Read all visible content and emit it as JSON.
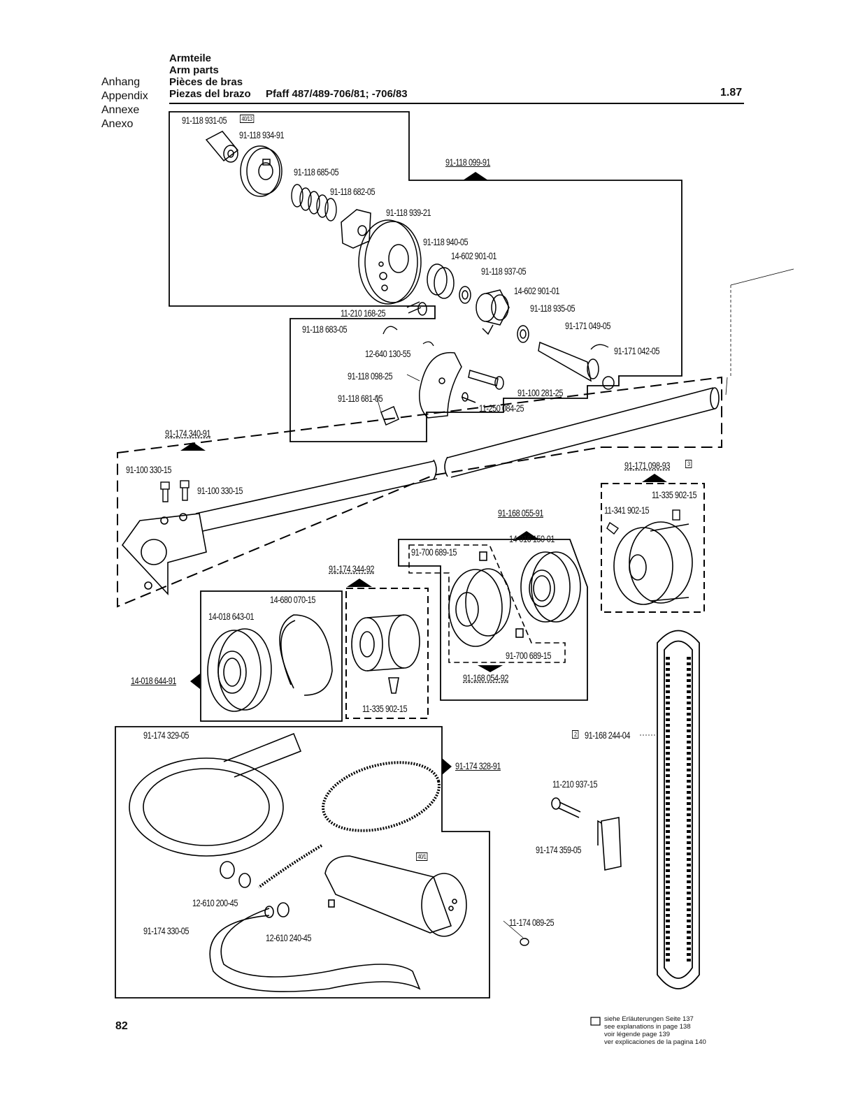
{
  "header": {
    "title_de": "Armteile",
    "title_en": "Arm parts",
    "title_fr": "Pièces de bras",
    "title_es": "Piezas del brazo",
    "model": "Pfaff 487/489-706/81; -706/83",
    "section": "1.87"
  },
  "side_labels": [
    "Anhang",
    "Appendix",
    "Annexe",
    "Anexo"
  ],
  "parts": {
    "p1": "91-118 931-05",
    "p1_ref": "40/13",
    "p2": "91-118 934-91",
    "p3": "91-118 099-91",
    "p4": "91-118 685-05",
    "p5": "91-118 682-05",
    "p6": "91-118 939-21",
    "p7": "91-118 940-05",
    "p8": "14-602 901-01",
    "p9": "91-118 937-05",
    "p10": "14-602 901-01",
    "p11": "11-210 168-25",
    "p12": "91-118 935-05",
    "p13": "91-118 683-05",
    "p14": "91-171 049-05",
    "p15": "12-640 130-55",
    "p16": "91-171 042-05",
    "p17": "91-118 098-25",
    "p18": "91-100 281-25",
    "p19": "91-118 681-05",
    "p20": "11-250 084-25",
    "p21": "91-174 340-91",
    "p22": "91-100 330-15",
    "p23": "91-100 330-15",
    "p24": "91-171 098-93",
    "p24_ref": "3",
    "p25": "11-335 902-15",
    "p26": "11-341 902-15",
    "p27": "91-168 055-91",
    "p28": "14-016 150-01",
    "p29": "91-700 689-15",
    "p30": "91-174 344-92",
    "p31": "14-680 070-15",
    "p32": "14-018 643-01",
    "p33": "14-018 644-91",
    "p34": "11-335 902-15",
    "p35": "91-700 689-15",
    "p36": "91-168 054-92",
    "p37": "91-174 329-05",
    "p38": "91-174 328-91",
    "p39": "91-168 244-04",
    "p39_ref": "2",
    "p40": "11-210 937-15",
    "p41": "91-174 359-05",
    "p42": "40/1",
    "p43": "12-610 200-45",
    "p44": "11-174 089-25",
    "p45": "91-174 330-05",
    "p46": "12-610 240-45"
  },
  "footer": {
    "page": "82",
    "legend_de": "siehe Erläuterungen Seite 137",
    "legend_en": "see explanations in page 138",
    "legend_fr": "voir légende page 139",
    "legend_es": "ver explicaciones de la pagina 140"
  }
}
